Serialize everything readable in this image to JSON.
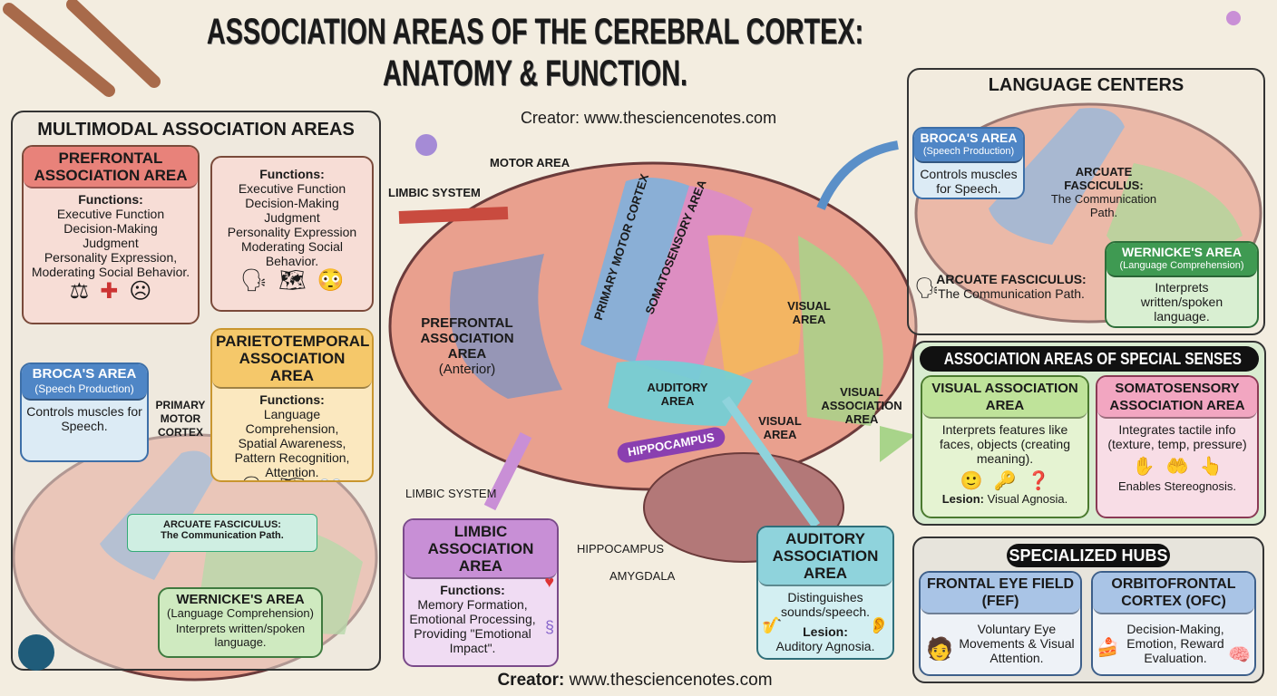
{
  "title": {
    "line1": "ASSOCIATION AREAS OF THE CEREBRAL CORTEX:",
    "line2": "ANATOMY & FUNCTION.",
    "creator": "Creator: www.thesciencenotes.com"
  },
  "footer": {
    "creator_label": "Creator:",
    "creator_url": "www.thesciencenotes.com"
  },
  "multimodal": {
    "title": "MULTIMODAL ASSOCIATION AREAS",
    "prefrontal": {
      "title": "PREFRONTAL ASSOCIATION AREA",
      "functions_label": "Functions:",
      "items": [
        "Executive Function",
        "Decision-Making",
        "Judgment",
        "Personality Expression,",
        "Moderating Social Behavior."
      ]
    },
    "functions_box": {
      "functions_label": "Functions:",
      "items": [
        "Executive Function",
        "Decision-Making",
        "Judgment",
        "Personality Expression",
        "Moderating Social Behavior."
      ]
    },
    "parietotemporal": {
      "title": "PARIETOTEMPORAL ASSOCIATION AREA",
      "functions_label": "Functions:",
      "items": [
        "Language Comprehension,",
        "Spatial Awareness,",
        "Pattern Recognition,",
        "Attention."
      ]
    },
    "broca": {
      "title": "BROCA'S AREA",
      "subtitle": "(Speech Production)",
      "text": "Controls muscles for Speech."
    },
    "primary_motor": "PRIMARY MOTOR CORTEX",
    "arcuate": {
      "title": "ARCUATE FASCICULUS:",
      "text": "The Communication Path."
    },
    "wernicke": {
      "title": "WERNICKE'S AREA",
      "subtitle": "(Language Comprehension)",
      "text": "Interprets written/spoken language."
    }
  },
  "center": {
    "motor_area": "MOTOR AREA",
    "limbic_system_top": "LIMBIC SYSTEM",
    "primary_motor_cortex": "PRIMARY MOTOR CORTEX",
    "somatosensory_area": "SOMATOSENSORY AREA",
    "prefrontal": "PREFRONTAL ASSOCIATION AREA",
    "prefrontal_sub": "(Anterior)",
    "visual_area_1": "VISUAL AREA",
    "auditory_area": "AUDITORY AREA",
    "visual_area_2": "VISUAL AREA",
    "visual_association": "VISUAL ASSOCIATION AREA",
    "hippocampus_pill": "HIPPOCAMPUS",
    "limbic_system_bottom": "LIMBIC SYSTEM",
    "hippocampus": "HIPPOCAMPUS",
    "amygdala": "AMYGDALA"
  },
  "limbic_card": {
    "title": "LIMBIC ASSOCIATION AREA",
    "functions_label": "Functions:",
    "items": [
      "Memory Formation,",
      "Emotional Processing,",
      "Providing \"Emotional Impact\"."
    ]
  },
  "auditory_card": {
    "title": "AUDITORY ASSOCIATION AREA",
    "text": "Distinguishes sounds/speech.",
    "lesion_label": "Lesion:",
    "lesion": "Auditory Agnosia."
  },
  "language": {
    "title": "LANGUAGE CENTERS",
    "broca": {
      "title": "BROCA'S AREA",
      "subtitle": "(Speech Production)",
      "text": "Controls muscles for Speech."
    },
    "arcuate_mid": {
      "title": "ARCUATE FASCICULUS:",
      "text": "The Communication Path."
    },
    "arcuate_low": {
      "title": "ARCUATE FASCICULUS:",
      "text": "The Communication Path."
    },
    "wernicke": {
      "title": "WERNICKE'S AREA",
      "subtitle": "(Language Comprehension)",
      "text": "Interprets written/spoken language."
    }
  },
  "special_senses": {
    "title": "ASSOCIATION AREAS OF SPECIAL SENSES",
    "visual": {
      "title": "VISUAL ASSOCIATION AREA",
      "text": "Interprets features like faces, objects (creating meaning).",
      "lesion_label": "Lesion:",
      "lesion": "Visual Agnosia."
    },
    "somato": {
      "title": "SOMATOSENSORY ASSOCIATION AREA",
      "text": "Integrates tactile info (texture, temp, pressure)",
      "footer": "Enables Stereognosis."
    }
  },
  "hubs": {
    "title": "SPECIALIZED HUBS",
    "fef": {
      "title": "FRONTAL EYE FIELD (FEF)",
      "text": "Voluntary Eye Movements & Visual Attention."
    },
    "ofc": {
      "title": "ORBITOFRONTAL CORTEX (OFC)",
      "text": "Decision-Making, Emotion, Reward Evaluation."
    }
  },
  "colors": {
    "prefrontal": "#e8827a",
    "parietotemporal": "#f5c86a",
    "broca": "#4f86c6",
    "wernicke": "#3f9a52",
    "limbic": "#c88fd6",
    "auditory": "#8fd3dc",
    "visual": "#bfe39a",
    "somato": "#f2a6c1",
    "hub": "#a9c4e6"
  }
}
